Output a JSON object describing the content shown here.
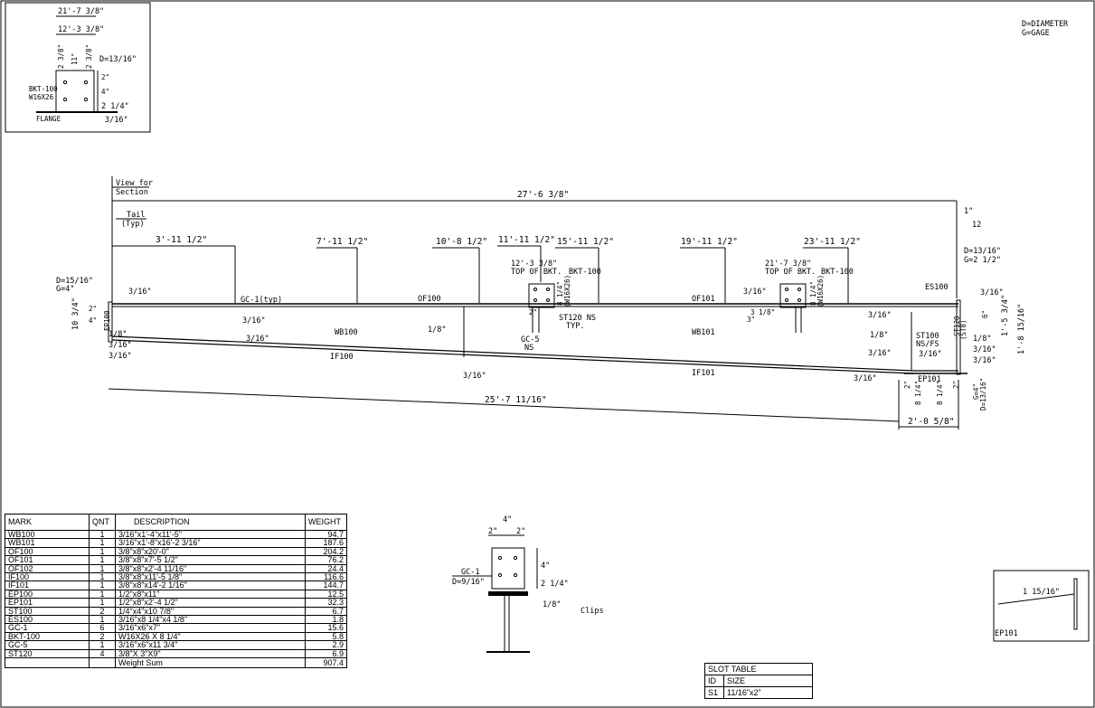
{
  "notes": {
    "diameter": "D=DIAMETER",
    "gage": "G=GAGE"
  },
  "detail_top_left": {
    "dims": [
      "21'-7 3/8\"",
      "12'-3 3/8\"",
      "2 3/8\"",
      "11\"",
      "2 3/8\"",
      "D=13/16\"",
      "2\"",
      "4\"",
      "2 1/4\"",
      "3/16\""
    ],
    "labels": [
      "BKT-100",
      "W16X26",
      "FLANGE"
    ]
  },
  "elevation": {
    "view_label": [
      "View for",
      "Section"
    ],
    "tail_label": [
      "Tail",
      "(Typ)"
    ],
    "overall_length": "27'-6 3/8\"",
    "bottom_length": "25'-7 11/16\"",
    "end_length": "2'-0 5/8\"",
    "ord_dims": [
      "3'-11 1/2\"",
      "7'-11 1/2\"",
      "10'-8 1/2\"",
      "11'-11 1/2\"",
      "15'-11 1/2\"",
      "19'-11 1/2\"",
      "23'-11 1/2\""
    ],
    "bkt_left": [
      "12'-3 3/8\"",
      "TOP OF BKT.",
      "BKT-100",
      "8 1/4\"",
      "(W16X26)"
    ],
    "bkt_right": [
      "21'-7 3/8\"",
      "TOP OF BKT.",
      "BKT-100",
      "8 1/4\"",
      "(W16X26)"
    ],
    "left_notes": [
      "D=15/16\"",
      "G=4\"",
      "10 3/4\"",
      "2\"",
      "4\"",
      "EP100"
    ],
    "right_notes": [
      "1\"",
      "12",
      "D=13/16\"",
      "G=2 1/2\"",
      "ES100",
      "1'-5 3/4\"",
      "1'-8 15/16\"",
      "6\"",
      "(ST8)",
      "ST120",
      "D=13/16\"",
      "G=4\""
    ],
    "members": [
      "OF100",
      "OF101",
      "WB100",
      "WB101",
      "IF100",
      "IF101",
      "EP101",
      "ST100",
      "NS/FS"
    ],
    "welds": [
      "3/16\"",
      "1/8\"",
      "3/16\"",
      "3/16\"",
      "3/16\"",
      "3/16\"",
      "1/8\"",
      "3/16\"",
      "3/16\"",
      "3/16\"",
      "1/8\"",
      "3/16\"",
      "3/16\"",
      "3/16\"",
      "3/16\"",
      "1/8\"",
      "3/16\"",
      "3/16\""
    ],
    "misc": [
      "GC-1(typ)",
      "ST120 NS",
      "TYP.",
      "GC-5",
      "NS",
      "2\"",
      "3\"",
      "3 1/8\"",
      "8 1/4\"",
      "8 1/4\"",
      "2\"",
      "2\""
    ]
  },
  "bom": {
    "headers": [
      "MARK",
      "QNT",
      "DESCRIPTION",
      "WEIGHT"
    ],
    "rows": [
      [
        "WB100",
        "1",
        "3/16\"x1'-4\"x11'-5\"",
        "94.7"
      ],
      [
        "WB101",
        "1",
        "3/16\"x1'-8\"x16'-2 3/16\"",
        "187.6"
      ],
      [
        "OF100",
        "1",
        "3/8\"x8\"x20'-0\"",
        "204.2"
      ],
      [
        "OF101",
        "1",
        "3/8\"x8\"x7'-5 1/2\"",
        "76.2"
      ],
      [
        "OF102",
        "1",
        "3/8\"x8\"x2'-4 11/16\"",
        "24.4"
      ],
      [
        "IF100",
        "1",
        "3/8\"x8\"x11'-5 1/8\"",
        "116.6"
      ],
      [
        "IF101",
        "1",
        "3/8\"x8\"x14'-2 1/16\"",
        "144.7"
      ],
      [
        "EP100",
        "1",
        "1/2\"x8\"x11\"",
        "12.5"
      ],
      [
        "EP101",
        "1",
        "1/2\"x8\"x2'-4 1/2\"",
        "32.3"
      ],
      [
        "ST100",
        "2",
        "1/4\"x4\"x10 7/8\"",
        "6.7"
      ],
      [
        "ES100",
        "1",
        "3/16\"x8 1/4\"x4 1/8\"",
        "1.8"
      ],
      [
        "GC-1",
        "6",
        "3/16\"x6\"x7\"",
        "15.6"
      ],
      [
        "BKT-100",
        "2",
        "W16X26 X 8 1/4\"",
        "5.8"
      ],
      [
        "GC-5",
        "1",
        "3/16\"x6\"x11 3/4\"",
        "2.9"
      ],
      [
        "ST120",
        "4",
        "3/8\"X 3\"X9\"",
        "6.9"
      ]
    ],
    "total_label": "Weight Sum",
    "total_value": "907.4"
  },
  "gc_detail": {
    "dims": [
      "4\"",
      "2\"",
      "2\"",
      "4\"",
      "2 1/4\"",
      "1/8\""
    ],
    "labels": [
      "GC-1",
      "D=9/16\"",
      "Clips"
    ]
  },
  "slot_table": {
    "title": "SLOT TABLE",
    "headers": [
      "ID",
      "SIZE"
    ],
    "rows": [
      [
        "S1",
        "11/16\"x2\""
      ]
    ]
  },
  "ep101_detail": {
    "dim": "1 15/16\"",
    "label": "EP101"
  }
}
